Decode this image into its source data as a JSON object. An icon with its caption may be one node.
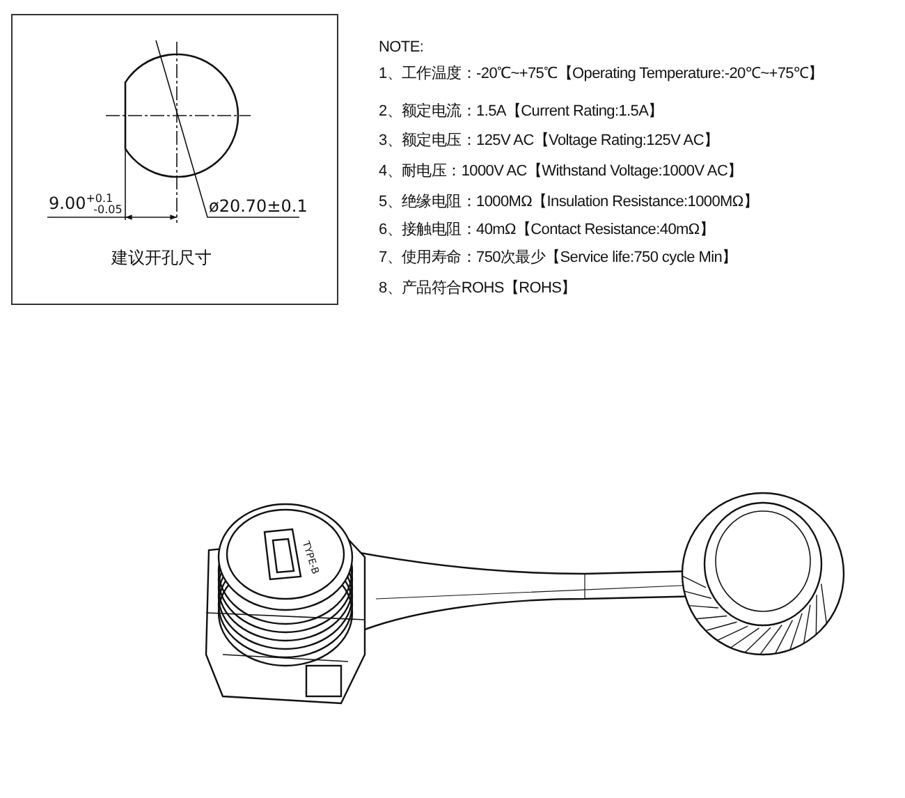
{
  "diagram": {
    "labels": [
      "9.00$^{+0.1}$$_{-0.05}$",
      "ø20.70±0.1",
      "建议开孔尺寸",
      "NOTE:",
      "1、工作温度：-20℃~+75℃【Operating Temperature:-20℃~+75℃】",
      "2、额定电流：1.5A【Current Rating:1.5A】",
      "3、额定电压：125V AC【Voltage Rating:125V AC】",
      "4、耐电压：1000V AC【Withstand Voltage:1000V AC】",
      "5、绝缘电阻：1000MΩ【Insulation Resistance:1000MΩ】",
      "6、接触电阻：40mΩ【Contact Resistance:40mΩ】",
      "7、使用寿命：750次最少【Service life:750 cycle Min】",
      "8、产品符合ROHS【ROHS】",
      "TYPE-B"
    ]
  }
}
